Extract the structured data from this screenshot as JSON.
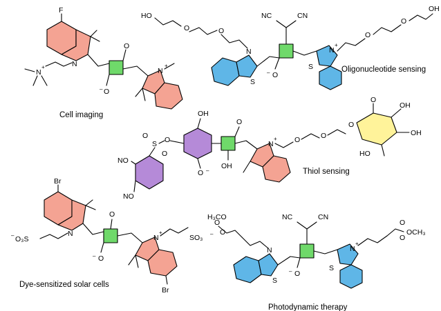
{
  "colors": {
    "indole_ring": "#f4a393",
    "benzothiazole_ring": "#5fb6e7",
    "squaraine_core": "#6fd96a",
    "dinitrobenzene_ring": "#b58ad8",
    "resorcinol_ring": "#b58ad8",
    "sugar_ring": "#fff39a",
    "bond": "#000000"
  },
  "captions": {
    "cell_imaging": "Cell imaging",
    "oligonucleotide": "Oligonucleotide sensing",
    "thiol": "Thiol sensing",
    "solar": "Dye-sensitized solar cells",
    "pdt": "Photodynamic therapy"
  },
  "labels": {
    "fluoro": "F",
    "bromo": "Br",
    "nitrogen": "N",
    "sulfur": "S",
    "oxygen": "O",
    "hydroxyl": "OH",
    "hydroxyl_left": "HO",
    "cyano": "CN",
    "nc": "NC",
    "nitro": "NO",
    "sulfonate_left": "O₃S",
    "sulfonate_right": "SO₃",
    "methoxy_left": "H₃CO",
    "methoxy_right": "OCH₃",
    "ammonium": "N",
    "plus": "+",
    "minus": "–"
  }
}
